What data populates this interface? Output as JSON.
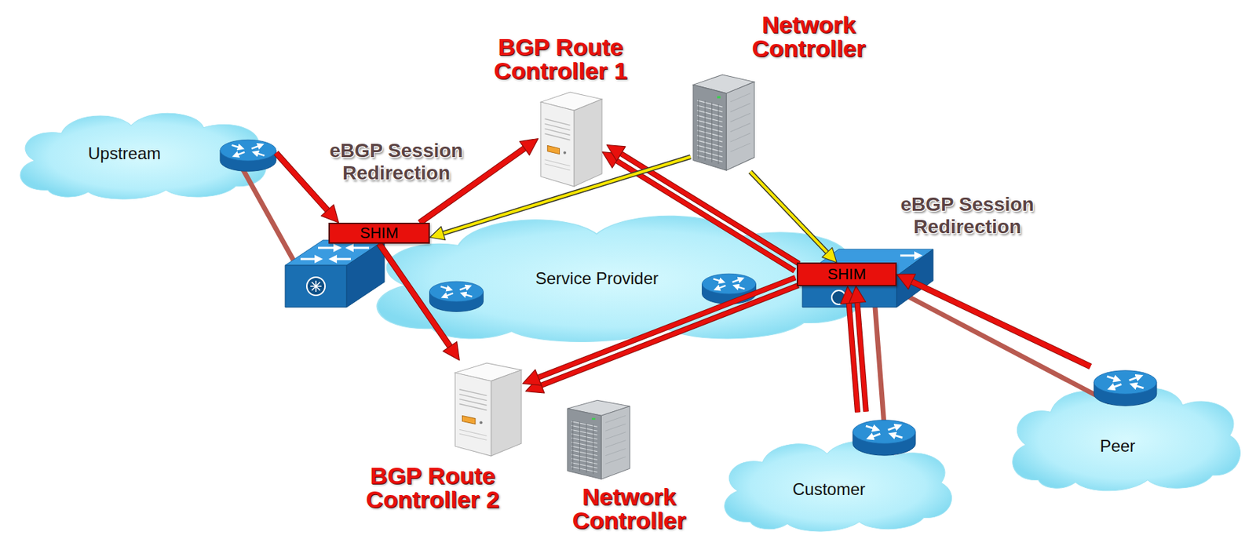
{
  "diagram": {
    "nodes": [
      {
        "text": [
          "Network Controller"
        ]
      },
      {
        "text": [
          "BGP Route Controller 1"
        ]
      },
      {
        "text": [
          "Upstream"
        ]
      },
      {
        "text": [
          "SHIM"
        ]
      },
      {
        "text": [
          "Service Provider"
        ]
      },
      {
        "text": [
          "SHIM"
        ]
      },
      {
        "text": [
          "BGP Route Controller 2"
        ]
      },
      {
        "text": [
          "Network Controller"
        ]
      },
      {
        "text": [
          "Peer"
        ]
      },
      {
        "text": [
          "Customer"
        ]
      }
    ],
    "edges": [
      {
        "from": 2,
        "to": 3,
        "arrow": "to"
      },
      {
        "from": 3,
        "to": 1,
        "arrow": "to"
      },
      {
        "from": 3,
        "to": 6,
        "arrow": "to"
      },
      {
        "from": 5,
        "to": 1,
        "arrow": "to"
      },
      {
        "from": 5,
        "to": 6,
        "arrow": "to"
      },
      {
        "from": 9,
        "to": 5,
        "arrow": "to"
      },
      {
        "from": 8,
        "to": 5,
        "arrow": "to"
      },
      {
        "from": 0,
        "to": 3,
        "arrow": "to"
      },
      {
        "from": 0,
        "to": 5,
        "arrow": "to"
      }
    ],
    "labels": [
      "eBGP Session Redirection",
      "eBGP Session Redirection"
    ]
  }
}
